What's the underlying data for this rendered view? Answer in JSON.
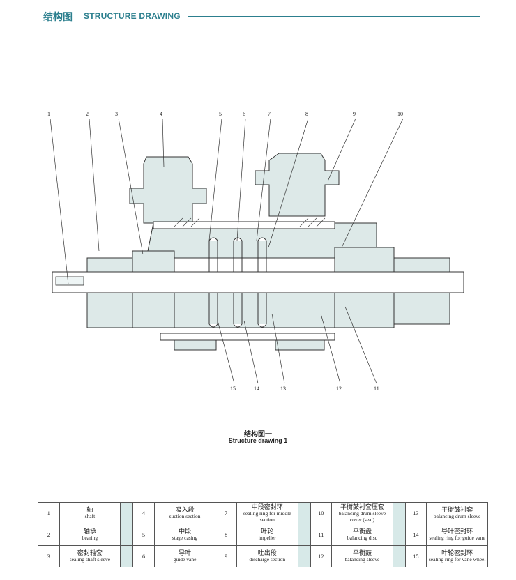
{
  "header": {
    "title_cn": "结构图",
    "title_en": "STRUCTURE DRAWING"
  },
  "callouts": [
    "1",
    "2",
    "3",
    "4",
    "5",
    "6",
    "7",
    "8",
    "9",
    "10",
    "15",
    "14",
    "13",
    "12",
    "11"
  ],
  "caption": {
    "cn": "结构图一",
    "en": "Structure drawing 1"
  },
  "parts": [
    [
      {
        "no": "1",
        "cn": "轴",
        "en": "shaft"
      },
      {
        "no": "4",
        "cn": "吸入段",
        "en": "suction section"
      },
      {
        "no": "7",
        "cn": "中段密封环",
        "en": "sealing ring for middle section"
      },
      {
        "no": "10",
        "cn": "平衡鼓衬套压套",
        "en": "balancing drum sleeve cover (seat)"
      },
      {
        "no": "13",
        "cn": "平衡鼓衬套",
        "en": "balancing drum sleeve"
      }
    ],
    [
      {
        "no": "2",
        "cn": "轴承",
        "en": "bearing"
      },
      {
        "no": "5",
        "cn": "中段",
        "en": "stage casing"
      },
      {
        "no": "8",
        "cn": "叶轮",
        "en": "impeller"
      },
      {
        "no": "11",
        "cn": "平衡盘",
        "en": "balancing disc"
      },
      {
        "no": "14",
        "cn": "导叶密封环",
        "en": "sealing ring for guide vane"
      }
    ],
    [
      {
        "no": "3",
        "cn": "密封轴套",
        "en": "sealing shaft sleeve"
      },
      {
        "no": "6",
        "cn": "导叶",
        "en": "guide vane"
      },
      {
        "no": "9",
        "cn": "吐出段",
        "en": "discharge section"
      },
      {
        "no": "12",
        "cn": "平衡鼓",
        "en": "balancing sleeve"
      },
      {
        "no": "15",
        "cn": "叶轮密封环",
        "en": "sealing ring for vane wheel"
      }
    ]
  ],
  "colors": {
    "accent": "#2c7f8e",
    "casing": "#dde9e8",
    "line": "#333333",
    "table_shade": "#d7e9e8"
  }
}
